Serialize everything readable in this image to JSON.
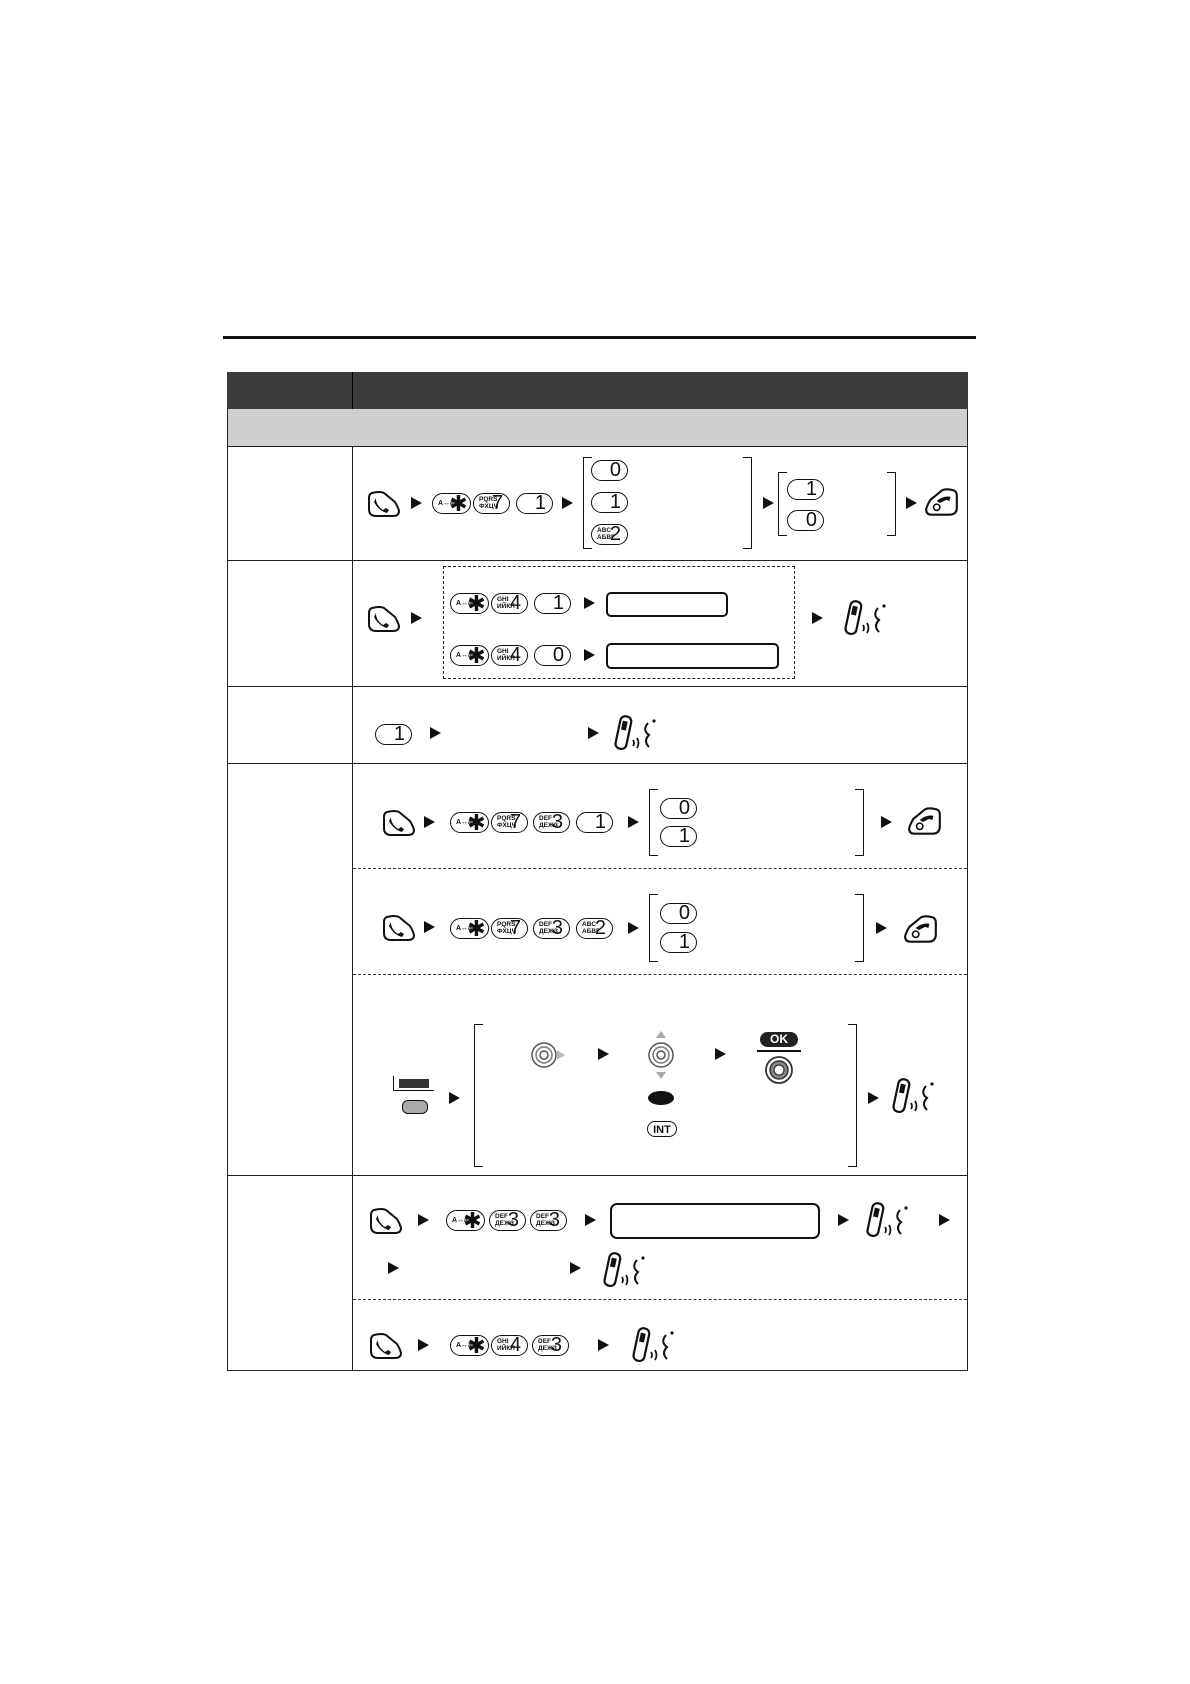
{
  "keys": {
    "star_label": "A↔a",
    "star_glyph": "✱",
    "k0": "0",
    "k1": "1",
    "k2": "2",
    "k3": "3",
    "k4": "4",
    "k7": "7",
    "k2_letters": "ABC\nАБВГ",
    "k3_letters": "DEF\nДЕЖЗ",
    "k4_letters": "GHI\nИЙКЛ",
    "k7_letters": "PQRS\nФХЦЧ",
    "ok_label": "OK",
    "int_label": "INT"
  },
  "icons": [
    "talk-icon",
    "off-hook-icon",
    "handset-confirmation-tone-icon",
    "navigator-right-icon",
    "navigator-updown-icon",
    "navigator-center-icon",
    "soft-key-icon"
  ]
}
